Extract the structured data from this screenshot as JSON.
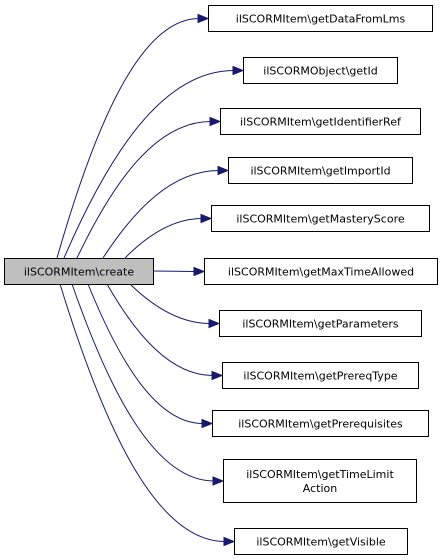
{
  "colors": {
    "edge": "#191970",
    "source_fill": "#bfbfbf",
    "node_fill": "#ffffff",
    "border": "#000000"
  },
  "source": {
    "label": "ilSCORMItem\\create"
  },
  "targets": [
    {
      "lines": [
        "ilSCORMItem\\getDataFromLms"
      ]
    },
    {
      "lines": [
        "ilSCORMObject\\getId"
      ]
    },
    {
      "lines": [
        "ilSCORMItem\\getIdentifierRef"
      ]
    },
    {
      "lines": [
        "ilSCORMItem\\getImportId"
      ]
    },
    {
      "lines": [
        "ilSCORMItem\\getMasteryScore"
      ]
    },
    {
      "lines": [
        "ilSCORMItem\\getMaxTimeAllowed"
      ]
    },
    {
      "lines": [
        "ilSCORMItem\\getParameters"
      ]
    },
    {
      "lines": [
        "ilSCORMItem\\getPrereqType"
      ]
    },
    {
      "lines": [
        "ilSCORMItem\\getPrerequisites"
      ]
    },
    {
      "lines": [
        "ilSCORMItem\\getTimeLimit",
        "Action"
      ]
    },
    {
      "lines": [
        "ilSCORMItem\\getVisible"
      ]
    }
  ]
}
